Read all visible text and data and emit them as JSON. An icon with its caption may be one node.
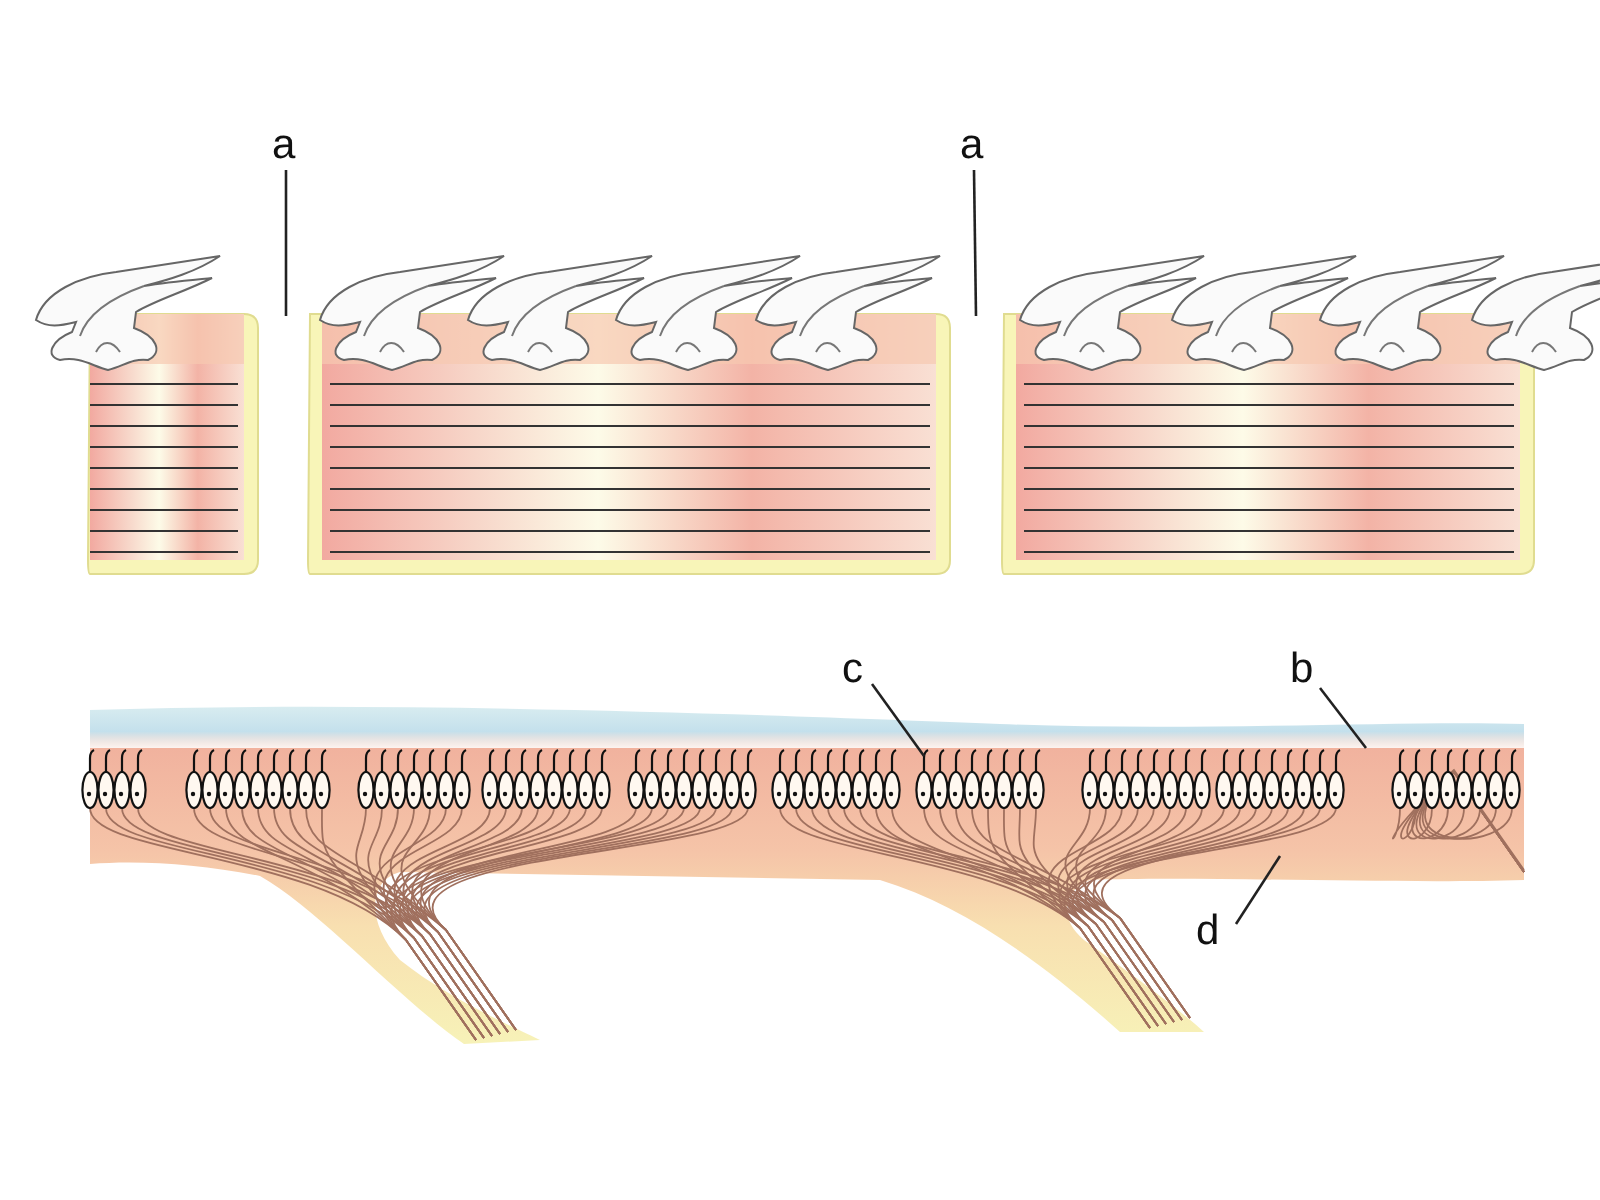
{
  "diagram": {
    "nodes": [
      {
        "text": [
          "a"
        ]
      },
      {
        "text": [
          "a"
        ]
      },
      {
        "text": [
          "c"
        ]
      },
      {
        "text": [
          "b"
        ]
      },
      {
        "text": [
          "d"
        ]
      },
      {
        "text": [],
        "shape": "band"
      },
      {
        "text": [],
        "shape": "picture",
        "in": 7
      },
      {
        "text": [],
        "shape": "band"
      }
    ],
    "edges": [
      {
        "from": 0,
        "to": null,
        "arrow": "none"
      },
      {
        "from": 1,
        "to": null,
        "arrow": "none"
      },
      {
        "from": 2,
        "to": 6,
        "arrow": "none"
      },
      {
        "from": 3,
        "to": 5,
        "arrow": "none"
      },
      {
        "from": 4,
        "to": 7,
        "arrow": "none"
      }
    ]
  }
}
